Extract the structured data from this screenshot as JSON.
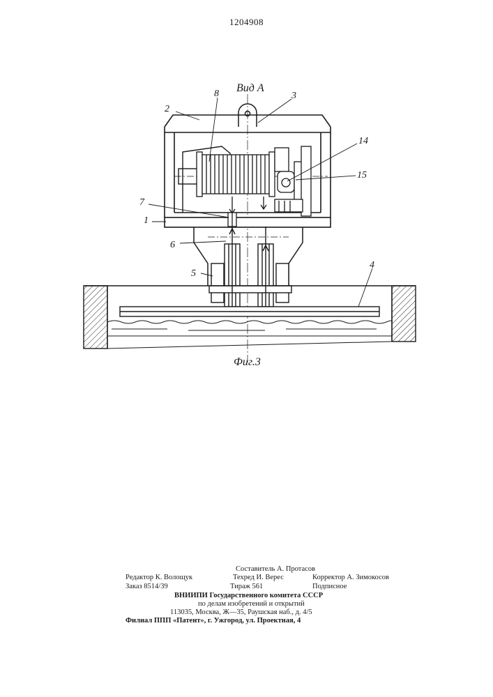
{
  "header": {
    "patent_number": "1204908"
  },
  "drawing": {
    "view_label": "Вид А",
    "figure_label": "Фиг.3",
    "callouts": [
      "1",
      "2",
      "3",
      "4",
      "5",
      "6",
      "7",
      "8",
      "14",
      "15"
    ]
  },
  "imprint": {
    "compiler": "Составитель А. Протасов",
    "editor": "Редактор К. Волощук",
    "techred": "Техред И. Верес",
    "corrector": "Корректор А. Зимокосов",
    "order": "Заказ 8514/39",
    "circulation": "Тираж 561",
    "subscription": "Подписное",
    "org_line1": "ВНИИПИ Государственного комитета СССР",
    "org_line2": "по делам изобретений и открытий",
    "address": "113035, Москва, Ж—35, Раушская наб., д. 4/5",
    "branch": "Филиал ППП «Патент», г. Ужгород, ул. Проектная, 4"
  }
}
